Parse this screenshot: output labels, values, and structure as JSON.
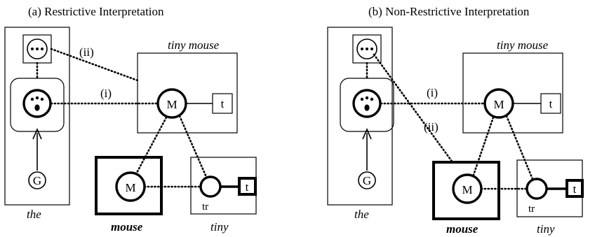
{
  "panels": [
    {
      "title": "(a) Restrictive Interpretation",
      "label_the": "the",
      "label_tiny_mouse": "tiny mouse",
      "label_mouse": "mouse",
      "label_tiny": "tiny",
      "node_m_top": "M",
      "node_t_top": "t",
      "node_m_bottom": "M",
      "node_t_bottom": "t",
      "node_g": "G",
      "label_tr": "tr",
      "link_i": "(i)",
      "link_ii": "(ii)"
    },
    {
      "title": "(b) Non-Restrictive Interpretation",
      "label_the": "the",
      "label_tiny_mouse": "tiny mouse",
      "label_mouse": "mouse",
      "label_tiny": "tiny",
      "node_m_top": "M",
      "node_t_top": "t",
      "node_m_bottom": "M",
      "node_t_bottom": "t",
      "node_g": "G",
      "label_tr": "tr",
      "link_i": "(i)",
      "link_ii": "(ii)"
    }
  ]
}
